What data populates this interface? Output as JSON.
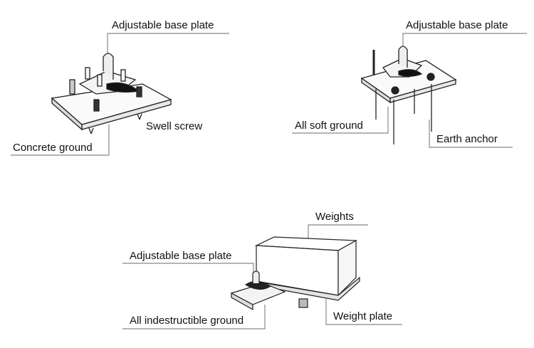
{
  "panels": [
    {
      "name": "concrete-ground-installation",
      "labels": {
        "base_plate": "Adjustable base plate",
        "swell_screw": "Swell screw",
        "ground": "Concrete ground"
      }
    },
    {
      "name": "soft-ground-installation",
      "labels": {
        "base_plate": "Adjustable base plate",
        "ground": "All soft ground",
        "anchor": "Earth anchor"
      }
    },
    {
      "name": "indestructible-ground-installation",
      "labels": {
        "weights": "Weights",
        "base_plate": "Adjustable base plate",
        "ground": "All indestructible ground",
        "weight_plate": "Weight plate"
      }
    }
  ]
}
